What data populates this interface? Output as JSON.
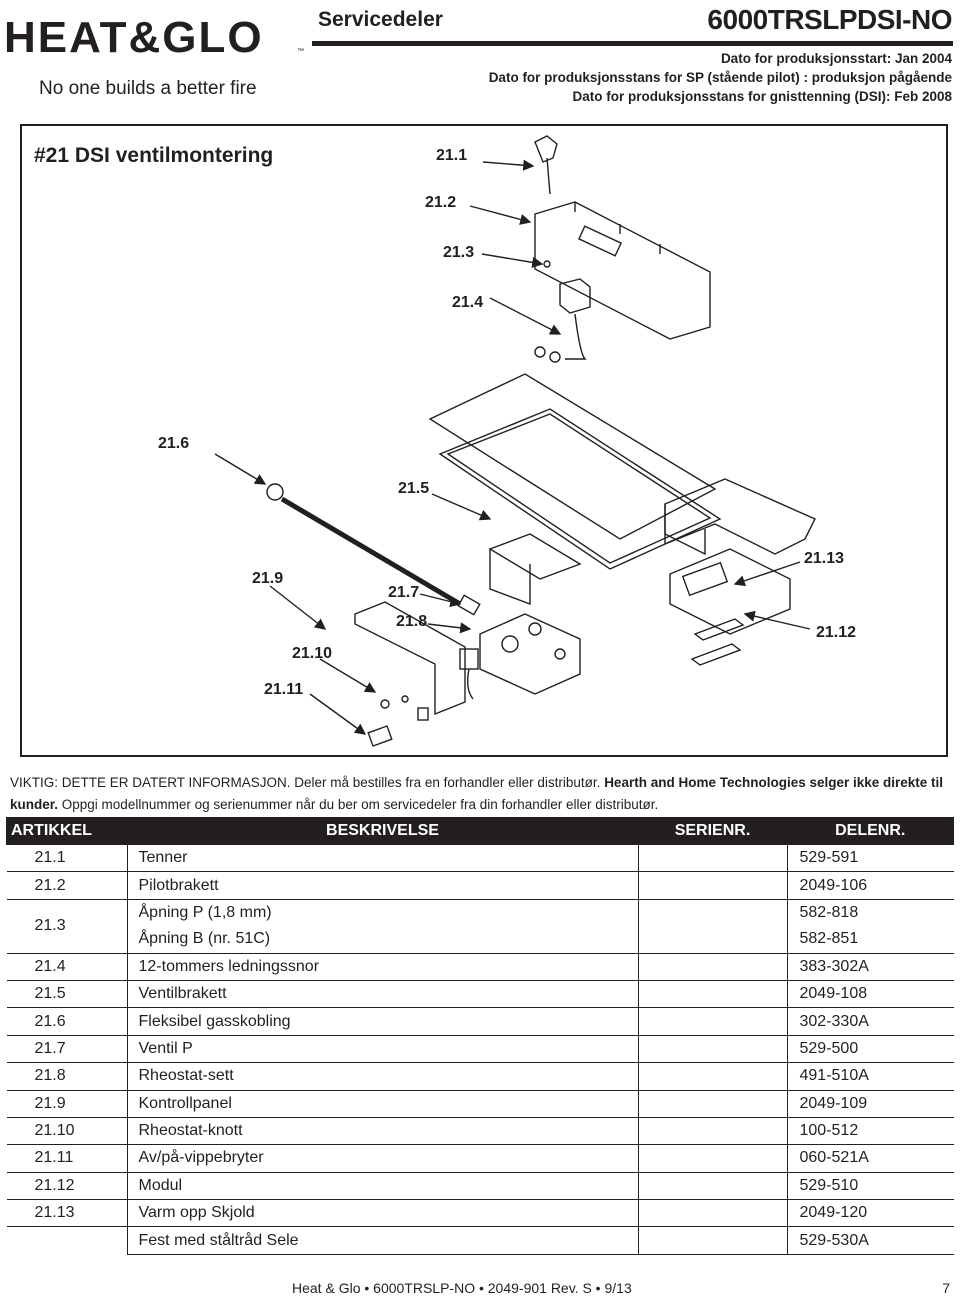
{
  "brand": {
    "logo_text": "HEAT&GLO",
    "tm": "™",
    "tagline": "No one builds a better fire"
  },
  "header": {
    "section": "Servicedeler",
    "model": "6000TRSLPDSI-NO",
    "lines": [
      "Dato for produksjonsstart: Jan 2004",
      "Dato for produksjonsstans for SP (stående pilot) : produksjon pågående",
      "Dato for produksjonsstans for gnisttenning (DSI): Feb 2008"
    ]
  },
  "diagram": {
    "title": "#21 DSI ventilmontering",
    "callouts": [
      "21.1",
      "21.2",
      "21.3",
      "21.4",
      "21.6",
      "21.5",
      "21.9",
      "21.7",
      "21.8",
      "21.10",
      "21.11",
      "21.13",
      "21.12"
    ]
  },
  "notice": {
    "part1": "VIKTIG: DETTE ER DATERT INFORMASJON. Deler må bestilles fra en forhandler eller distributør.",
    "part2": "Hearth and Home Technologies selger ikke direkte til kunder.",
    "part3": "Oppgi modellnummer og serienummer når du ber om servicedeler fra din forhandler eller distributør."
  },
  "table": {
    "headers": [
      "ARTIKKEL",
      "BESKRIVELSE",
      "SERIENR.",
      "DELENR."
    ],
    "rows": [
      {
        "item": "21.1",
        "desc": "Tenner",
        "serial": "",
        "part": "529-591"
      },
      {
        "item": "21.2",
        "desc": "Pilotbrakett",
        "serial": "",
        "part": "2049-106"
      },
      {
        "item": "21.3",
        "desc": "Åpning P (1,8 mm)",
        "serial": "",
        "part": "582-818"
      },
      {
        "item": "",
        "desc": "Åpning B (nr. 51C)",
        "serial": "",
        "part": "582-851"
      },
      {
        "item": "21.4",
        "desc": "12-tommers ledningssnor",
        "serial": "",
        "part": "383-302A"
      },
      {
        "item": "21.5",
        "desc": "Ventilbrakett",
        "serial": "",
        "part": "2049-108"
      },
      {
        "item": "21.6",
        "desc": "Fleksibel gasskobling",
        "serial": "",
        "part": "302-330A"
      },
      {
        "item": "21.7",
        "desc": "Ventil P",
        "serial": "",
        "part": "529-500"
      },
      {
        "item": "21.8",
        "desc": "Rheostat-sett",
        "serial": "",
        "part": "491-510A"
      },
      {
        "item": "21.9",
        "desc": "Kontrollpanel",
        "serial": "",
        "part": "2049-109"
      },
      {
        "item": "21.10",
        "desc": "Rheostat-knott",
        "serial": "",
        "part": "100-512"
      },
      {
        "item": "21.11",
        "desc": "Av/på-vippebryter",
        "serial": "",
        "part": "060-521A"
      },
      {
        "item": "21.12",
        "desc": "Modul",
        "serial": "",
        "part": "529-510"
      },
      {
        "item": "21.13",
        "desc": "Varm opp Skjold",
        "serial": "",
        "part": "2049-120"
      },
      {
        "item": "",
        "desc": "Fest med ståltråd Sele",
        "serial": "",
        "part": "529-530A"
      }
    ]
  },
  "footer": {
    "text": "Heat & Glo  •  6000TRSLP-NO  •  2049-901  Rev. S  •  9/13",
    "page": "7"
  }
}
